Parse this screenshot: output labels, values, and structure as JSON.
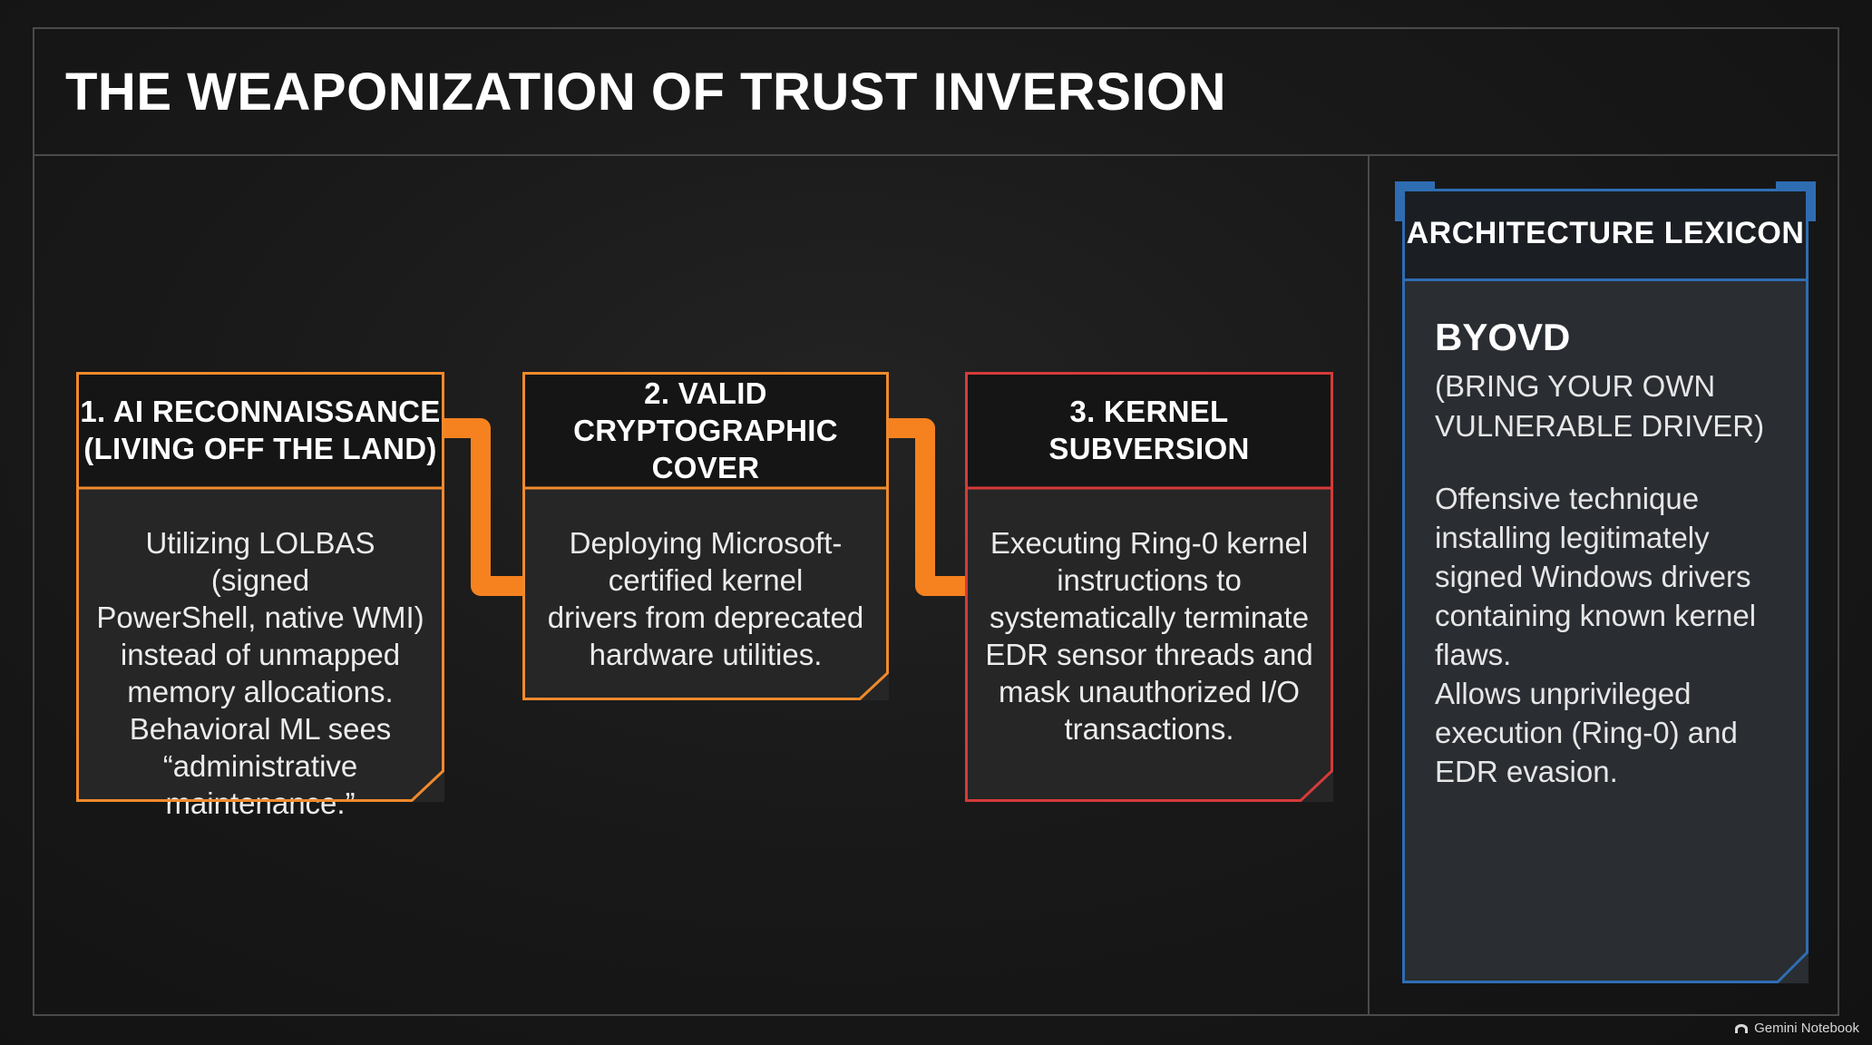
{
  "title": "THE WEAPONIZATION OF TRUST INVERSION",
  "steps": [
    {
      "heading": "1. AI RECONNAISSANCE\n(LIVING OFF THE LAND)",
      "body": "Utilizing LOLBAS (signed\nPowerShell, native WMI)\ninstead of unmapped\nmemory allocations.\nBehavioral ML sees\n“administrative\nmaintenance.”",
      "color": "#f08a2c"
    },
    {
      "heading": "2. VALID\nCRYPTOGRAPHIC COVER",
      "body": "Deploying Microsoft-\ncertified kernel\ndrivers from deprecated\nhardware utilities.",
      "color": "#f08a2c"
    },
    {
      "heading": "3. KERNEL\nSUBVERSION",
      "body": "Executing Ring-0 kernel\ninstructions to\nsystematically terminate\nEDR sensor threads and\nmask unauthorized I/O\ntransactions.",
      "color": "#d63a3a"
    }
  ],
  "connector_color": "#f5821f",
  "lexicon": {
    "heading": "ARCHITECTURE LEXICON",
    "term": "BYOVD",
    "expansion": "(BRING YOUR OWN\nVULNERABLE DRIVER)",
    "definition": "Offensive technique\ninstalling legitimately\nsigned Windows drivers\ncontaining known kernel\nflaws.\nAllows unprivileged\nexecution (Ring-0) and\nEDR evasion.",
    "accent": "#2f6db3"
  },
  "watermark": "Gemini Notebook"
}
